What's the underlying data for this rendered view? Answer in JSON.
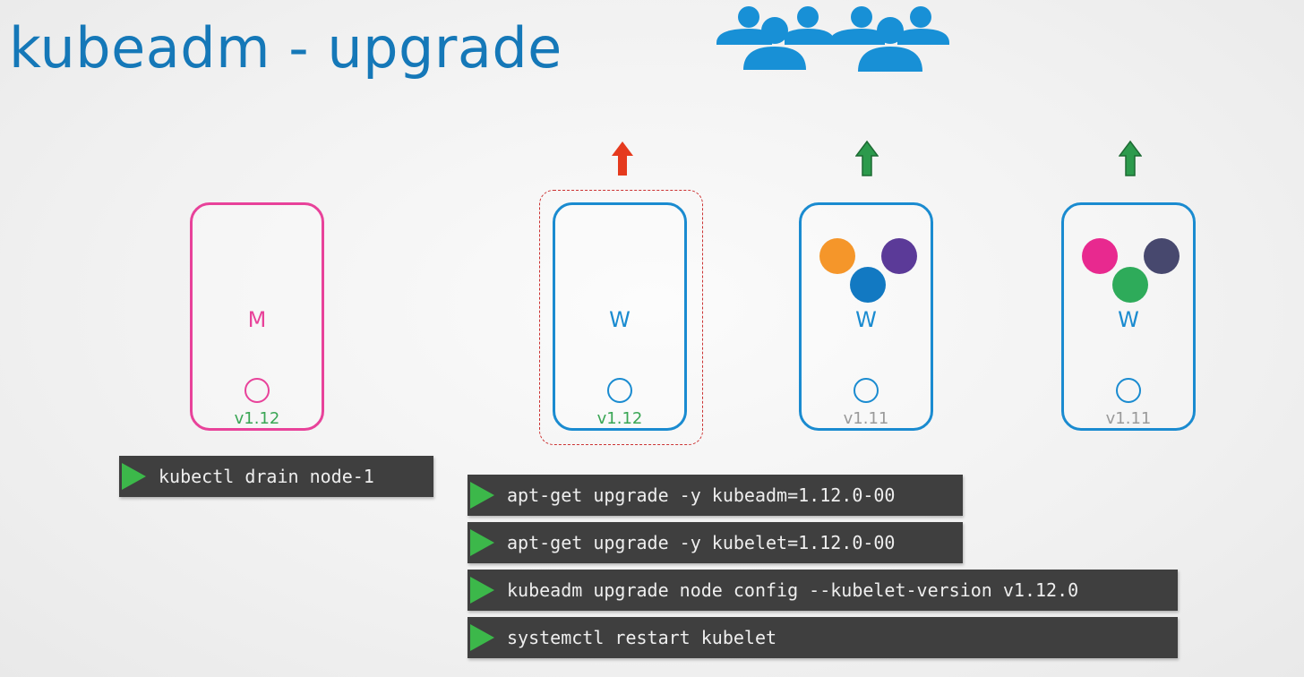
{
  "title": "kubeadm - upgrade",
  "colors": {
    "title": "#1578b8",
    "master_border": "#e8429a",
    "worker_border": "#1a8bd0",
    "version_upgraded": "#3aa655",
    "version_old": "#9a9a9a",
    "arrow_active": "#e53a1e",
    "arrow_pending": "#2c9a4c",
    "command_bg": "#3f3f3f",
    "play_icon": "#3cb84a"
  },
  "nodes": [
    {
      "letter": "M",
      "version": "v1.12",
      "type": "master"
    },
    {
      "letter": "W",
      "version": "v1.12",
      "type": "worker"
    },
    {
      "letter": "W",
      "version": "v1.11",
      "type": "worker"
    },
    {
      "letter": "W",
      "version": "v1.11",
      "type": "worker"
    }
  ],
  "pods": {
    "node3": [
      "#f5962a",
      "#1279c2",
      "#5b3a98"
    ],
    "node4": [
      "#e8298f",
      "#2eab5a",
      "#47486e"
    ]
  },
  "commands": [
    {
      "text": "kubectl drain node-1"
    },
    {
      "text": "apt-get upgrade -y kubeadm=1.12.0-00"
    },
    {
      "text": "apt-get upgrade -y kubelet=1.12.0-00"
    },
    {
      "text": "kubeadm upgrade node config --kubelet-version v1.12.0"
    },
    {
      "text": "systemctl restart kubelet"
    }
  ],
  "icons": [
    "users-group-icon",
    "arrow-up-icon",
    "play-icon"
  ]
}
